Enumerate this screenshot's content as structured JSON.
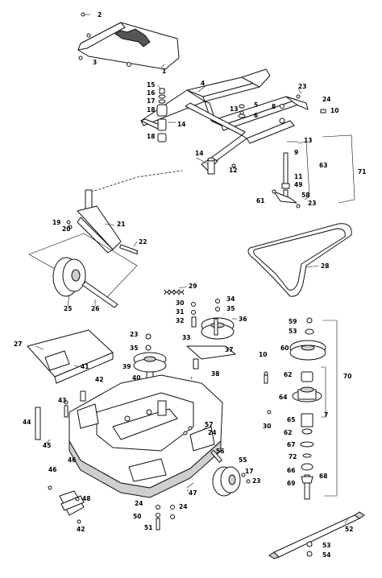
{
  "callouts": {
    "c1": "1",
    "c2": "2",
    "c3": "3",
    "c4": "4",
    "c5": "5",
    "c6": "6",
    "c7": "7",
    "c8": "8",
    "c9": "9",
    "c10a": "10",
    "c10b": "10",
    "c11": "11",
    "c12": "12",
    "c13a": "13",
    "c13b": "13",
    "c14a": "14",
    "c14b": "14",
    "c15": "15",
    "c16": "16",
    "c17a": "17",
    "c17b": "17",
    "c18a": "18",
    "c18b": "18",
    "c19": "19",
    "c20": "20",
    "c21": "21",
    "c22": "22",
    "c23a": "23",
    "c23b": "23",
    "c23c": "23",
    "c23d": "23",
    "c24a": "24",
    "c24b": "24",
    "c24c": "24",
    "c24d": "24",
    "c25": "25",
    "c26": "26",
    "c27": "27",
    "c28": "28",
    "c29": "29",
    "c30a": "30",
    "c30b": "30",
    "c31": "31",
    "c32": "32",
    "c33": "33",
    "c34": "34",
    "c35a": "35",
    "c35b": "35",
    "c36": "36",
    "c37": "37",
    "c38": "38",
    "c39": "39",
    "c40": "40",
    "c41": "41",
    "c42a": "42",
    "c42b": "42",
    "c43": "43",
    "c44": "44",
    "c45": "45",
    "c46a": "46",
    "c46b": "46",
    "c47": "47",
    "c48": "48",
    "c49": "49",
    "c50": "50",
    "c51": "51",
    "c52": "52",
    "c53a": "53",
    "c53b": "53",
    "c54": "54",
    "c55": "55",
    "c56": "56",
    "c57": "57",
    "c58": "58",
    "c59": "59",
    "c60": "60",
    "c61": "61",
    "c62a": "62",
    "c62b": "62",
    "c63": "63",
    "c64": "64",
    "c65": "65",
    "c66": "66",
    "c67": "67",
    "c68": "68",
    "c69": "69",
    "c70": "70",
    "c71": "71",
    "c72": "72"
  }
}
